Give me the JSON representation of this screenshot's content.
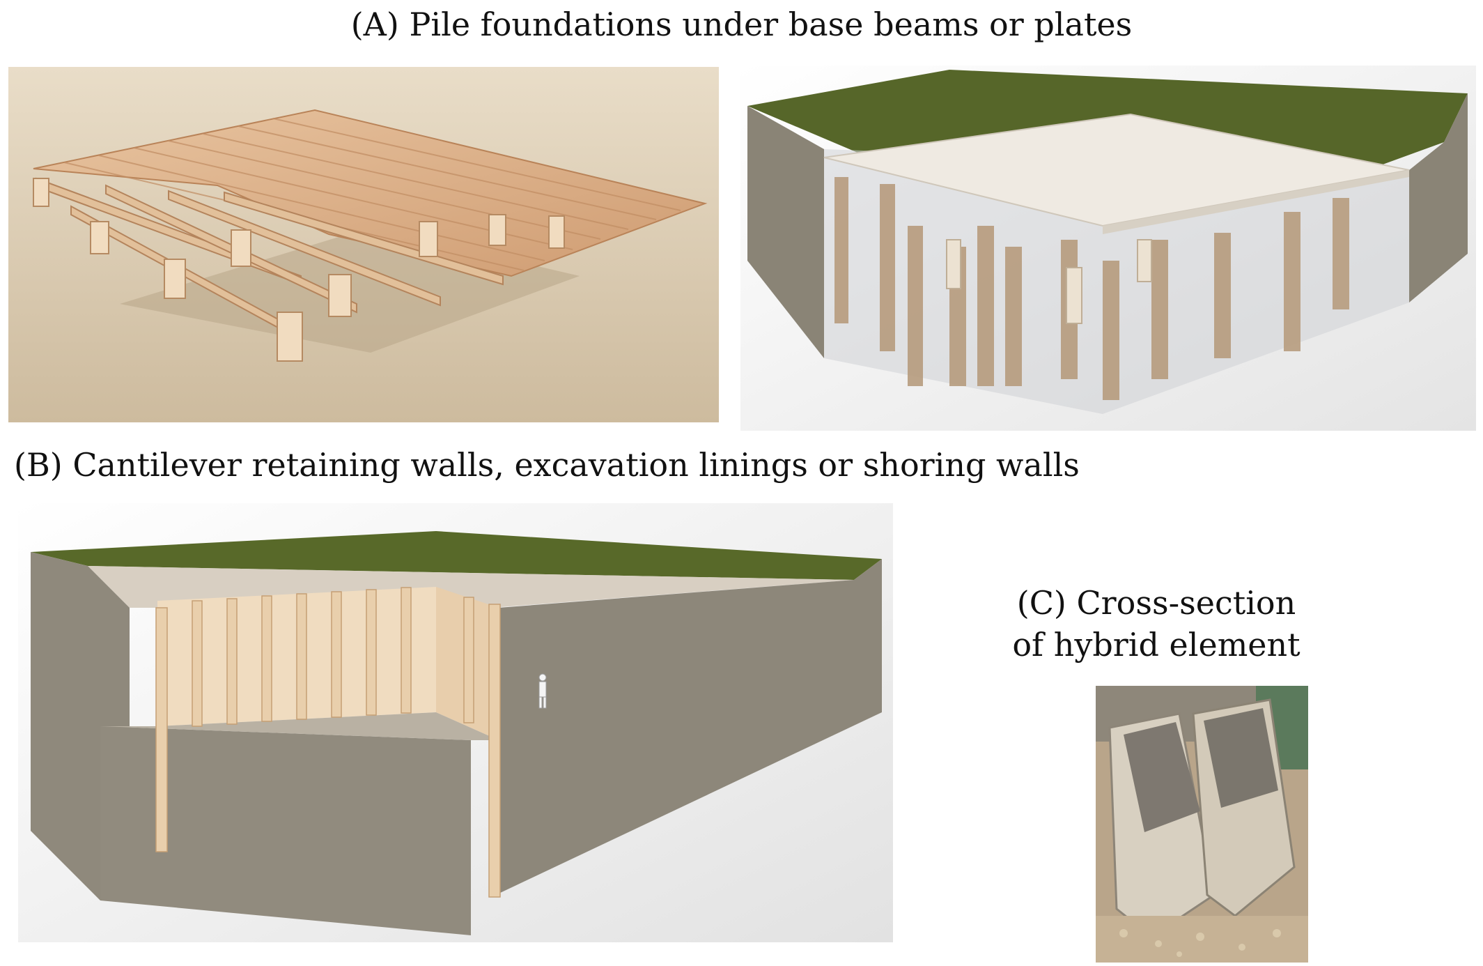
{
  "captions": {
    "a": "(A) Pile foundations under base beams or plates",
    "b": "(B) Cantilever retaining walls, excavation linings or shoring walls",
    "c_line1": "(C) Cross-section",
    "c_line2": "of hybrid element"
  },
  "colors": {
    "timber": "#e6c6a0",
    "timber_dark": "#c9946a",
    "soil": "#8d8676",
    "gravel": "#d8cdbc",
    "grass": "#5a6a2c",
    "concrete": "#ece6dc",
    "sand": "#d9c7ab"
  }
}
